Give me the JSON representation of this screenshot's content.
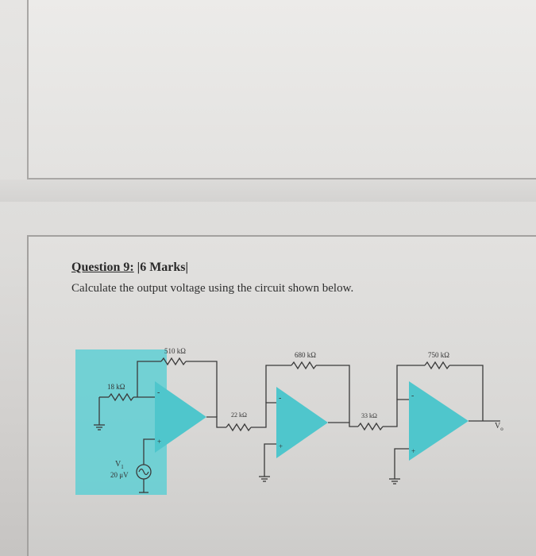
{
  "question": {
    "title_prefix": "Question 9:",
    "title_marks": " |6 Marks|",
    "body": "Calculate the output voltage using the circuit shown below."
  },
  "circuit": {
    "resistors": {
      "r_in": "18 kΩ",
      "r_f1": "510 kΩ",
      "r_in2": "22 kΩ",
      "r_f2": "680 kΩ",
      "r_in3": "33 kΩ",
      "r_f3": "750 kΩ"
    },
    "source": {
      "name": "V",
      "subscript": "1",
      "value": "20 μV"
    },
    "output_label": "V",
    "output_subscript": "o",
    "pin_minus": "-",
    "pin_plus": "+",
    "colors": {
      "highlight": "#5fcfd4",
      "opamp": "#4fc6cc",
      "wire": "#3a3a3a"
    }
  }
}
